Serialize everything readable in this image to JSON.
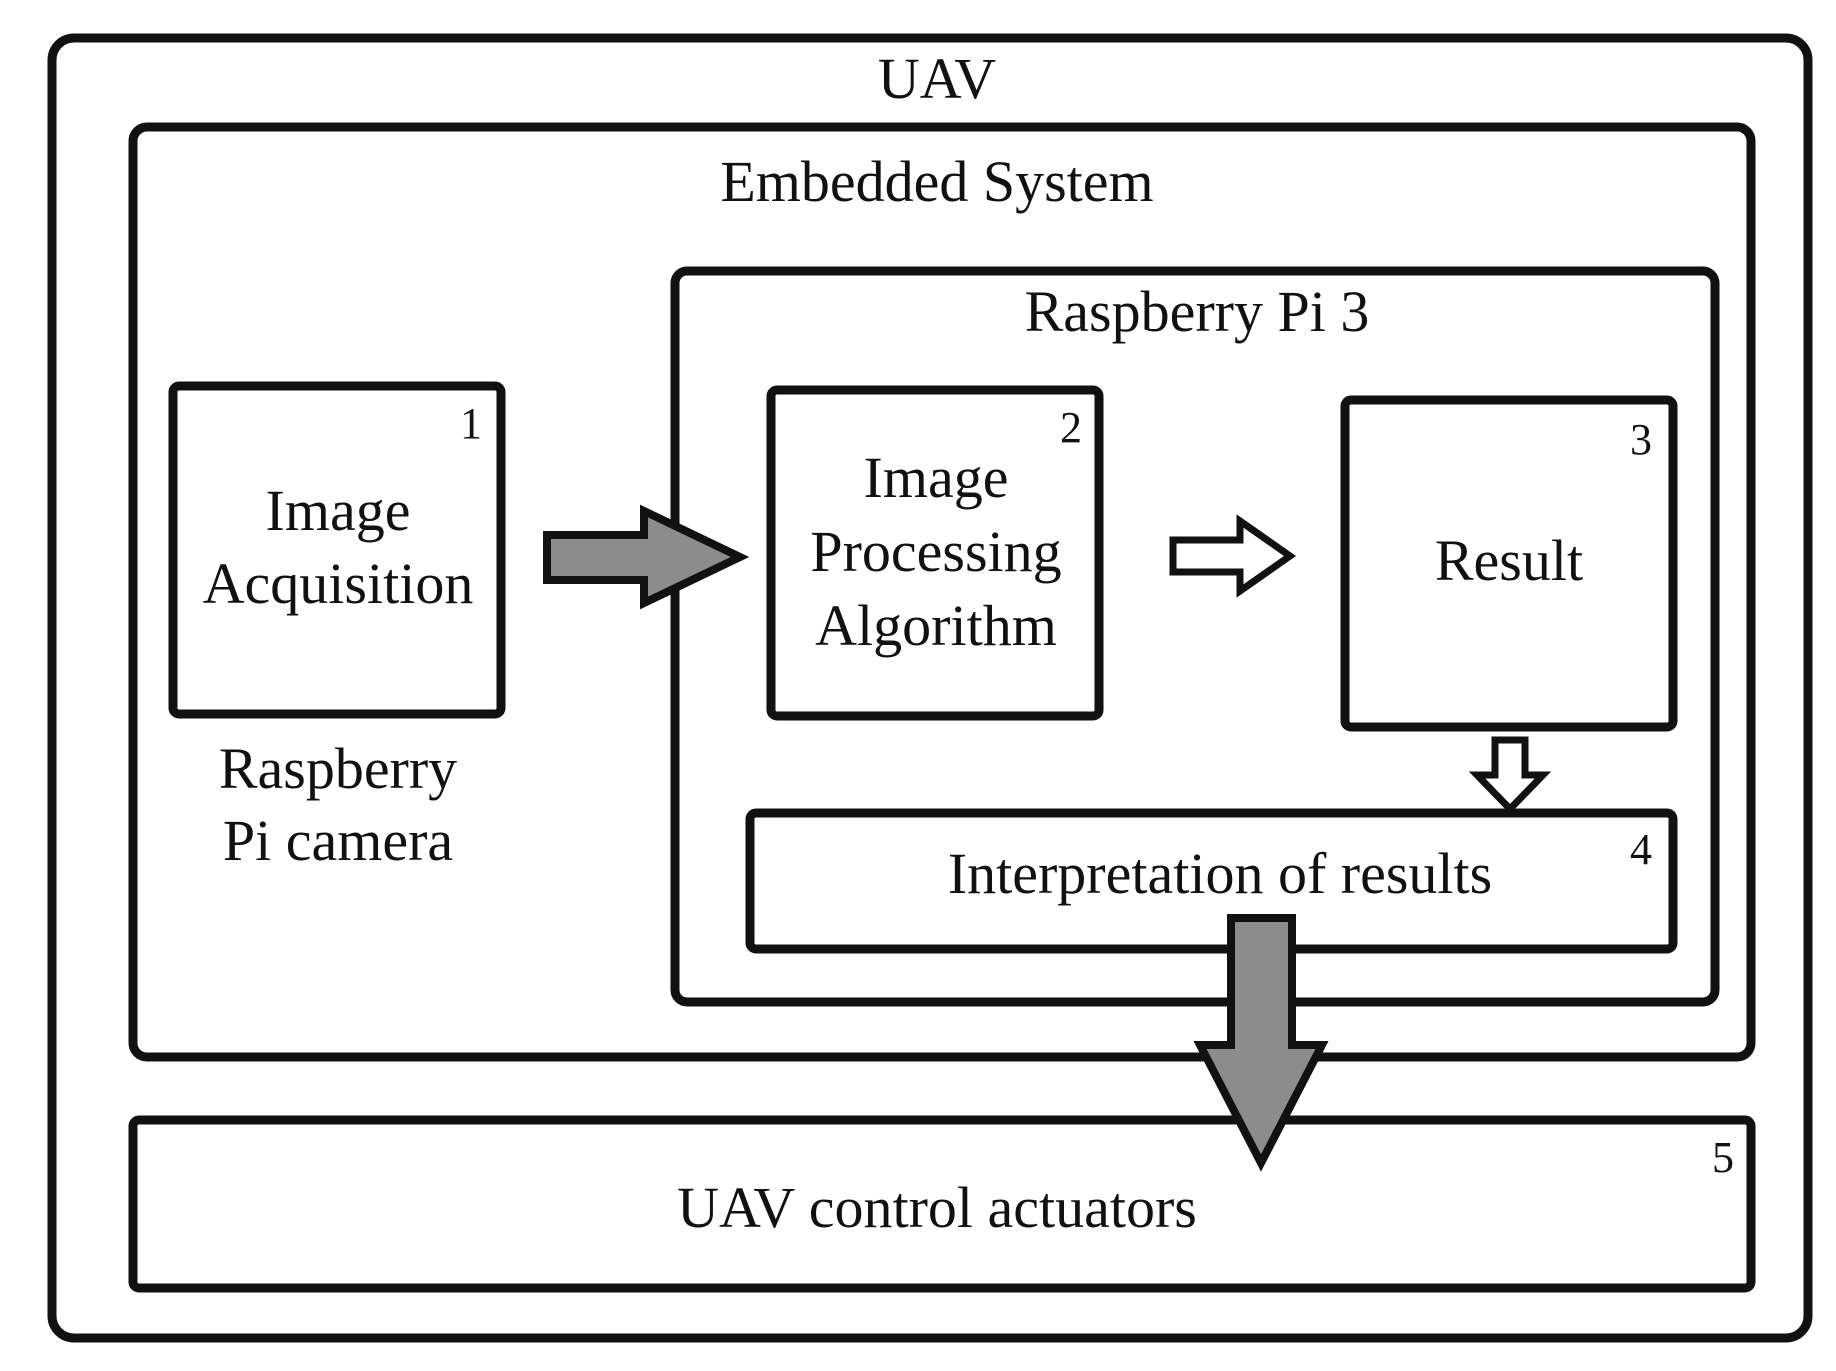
{
  "uav": {
    "title": "UAV"
  },
  "embedded": {
    "title": "Embedded System"
  },
  "rpi": {
    "title": "Raspberry Pi 3"
  },
  "blocks": {
    "acquisition": {
      "number": "1",
      "line1": "Image",
      "line2": "Acquisition"
    },
    "camera_caption": {
      "line1": "Raspberry",
      "line2": "Pi camera"
    },
    "processing": {
      "number": "2",
      "line1": "Image",
      "line2": "Processing",
      "line3": "Algorithm"
    },
    "result": {
      "number": "3",
      "label": "Result"
    },
    "interpretation": {
      "number": "4",
      "label": "Interpretation of results"
    },
    "actuators": {
      "number": "5",
      "label": "UAV control actuators"
    }
  },
  "colors": {
    "stroke": "#111111",
    "arrow_fill": "#8c8c8c",
    "background": "#ffffff"
  }
}
